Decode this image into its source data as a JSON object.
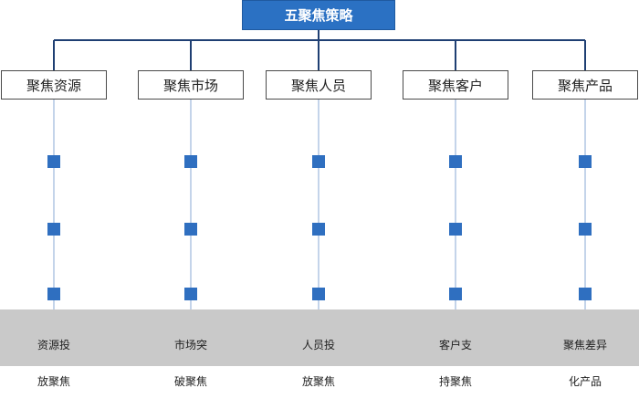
{
  "root": {
    "label": "五聚焦策略"
  },
  "branches": [
    {
      "label": "聚焦资源",
      "leaf_line1": "资源投",
      "leaf_line2": "放聚焦"
    },
    {
      "label": "聚焦市场",
      "leaf_line1": "市场突",
      "leaf_line2": "破聚焦"
    },
    {
      "label": "聚焦人员",
      "leaf_line1": "人员投",
      "leaf_line2": "放聚焦"
    },
    {
      "label": "聚焦客户",
      "leaf_line1": "客户支",
      "leaf_line2": "持聚焦"
    },
    {
      "label": "聚焦产品",
      "leaf_line1": "聚焦差异",
      "leaf_line2": "化产品"
    }
  ],
  "colors": {
    "root_fill": "#2b71c3",
    "connector": "#1f3f73",
    "node_square": "#2f6fc0",
    "stem_line": "#c4d4ea",
    "footer_band": "#c9c9c9"
  }
}
